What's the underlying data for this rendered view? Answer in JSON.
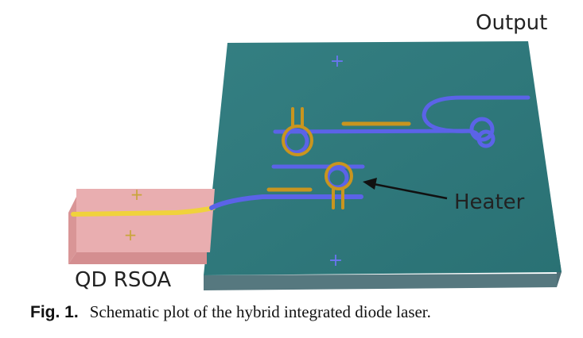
{
  "labels": {
    "output": "Output",
    "heater": "Heater",
    "rsoa": "QD RSOA",
    "chip_plus_top": "+",
    "chip_plus_bottom": "+",
    "rsoa_plus_top": "+",
    "rsoa_plus_bottom": "+"
  },
  "caption": {
    "fig": "Fig. 1.",
    "text": "Schematic plot of the hybrid integrated diode laser."
  },
  "colors": {
    "chip_top": "#2f7a7d",
    "chip_side": "#56787f",
    "rsoa_top": "#e9aeb0",
    "rsoa_side": "#d99596",
    "waveguide": "#5b63e8",
    "heater_metal": "#c9951f",
    "gain_waveguide": "#f0d23c",
    "plus_chip": "#6a75f0",
    "plus_rsoa": "#c9a53a"
  },
  "icons": {
    "arrow": "arrow-left-icon"
  }
}
